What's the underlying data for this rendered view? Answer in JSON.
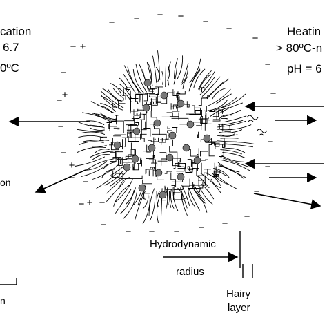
{
  "left_panel": {
    "line1": "cation",
    "line2": "6.7",
    "line3": "0ºC",
    "side_label": "on",
    "bottom_label": "n"
  },
  "right_panel": {
    "line1": "Heatin",
    "line2": "> 80ºC-n",
    "line3": "pH = 6"
  },
  "legend": {
    "hydrodynamic_label": "Hydrodynamic",
    "radius_label": "radius",
    "hairy_label_1": "Hairy",
    "hairy_label_2": "layer"
  },
  "charges": {
    "plus": "+",
    "minus": "−"
  },
  "colors": {
    "ink": "#000000",
    "submicelle": "#777777",
    "background": "#ffffff"
  }
}
